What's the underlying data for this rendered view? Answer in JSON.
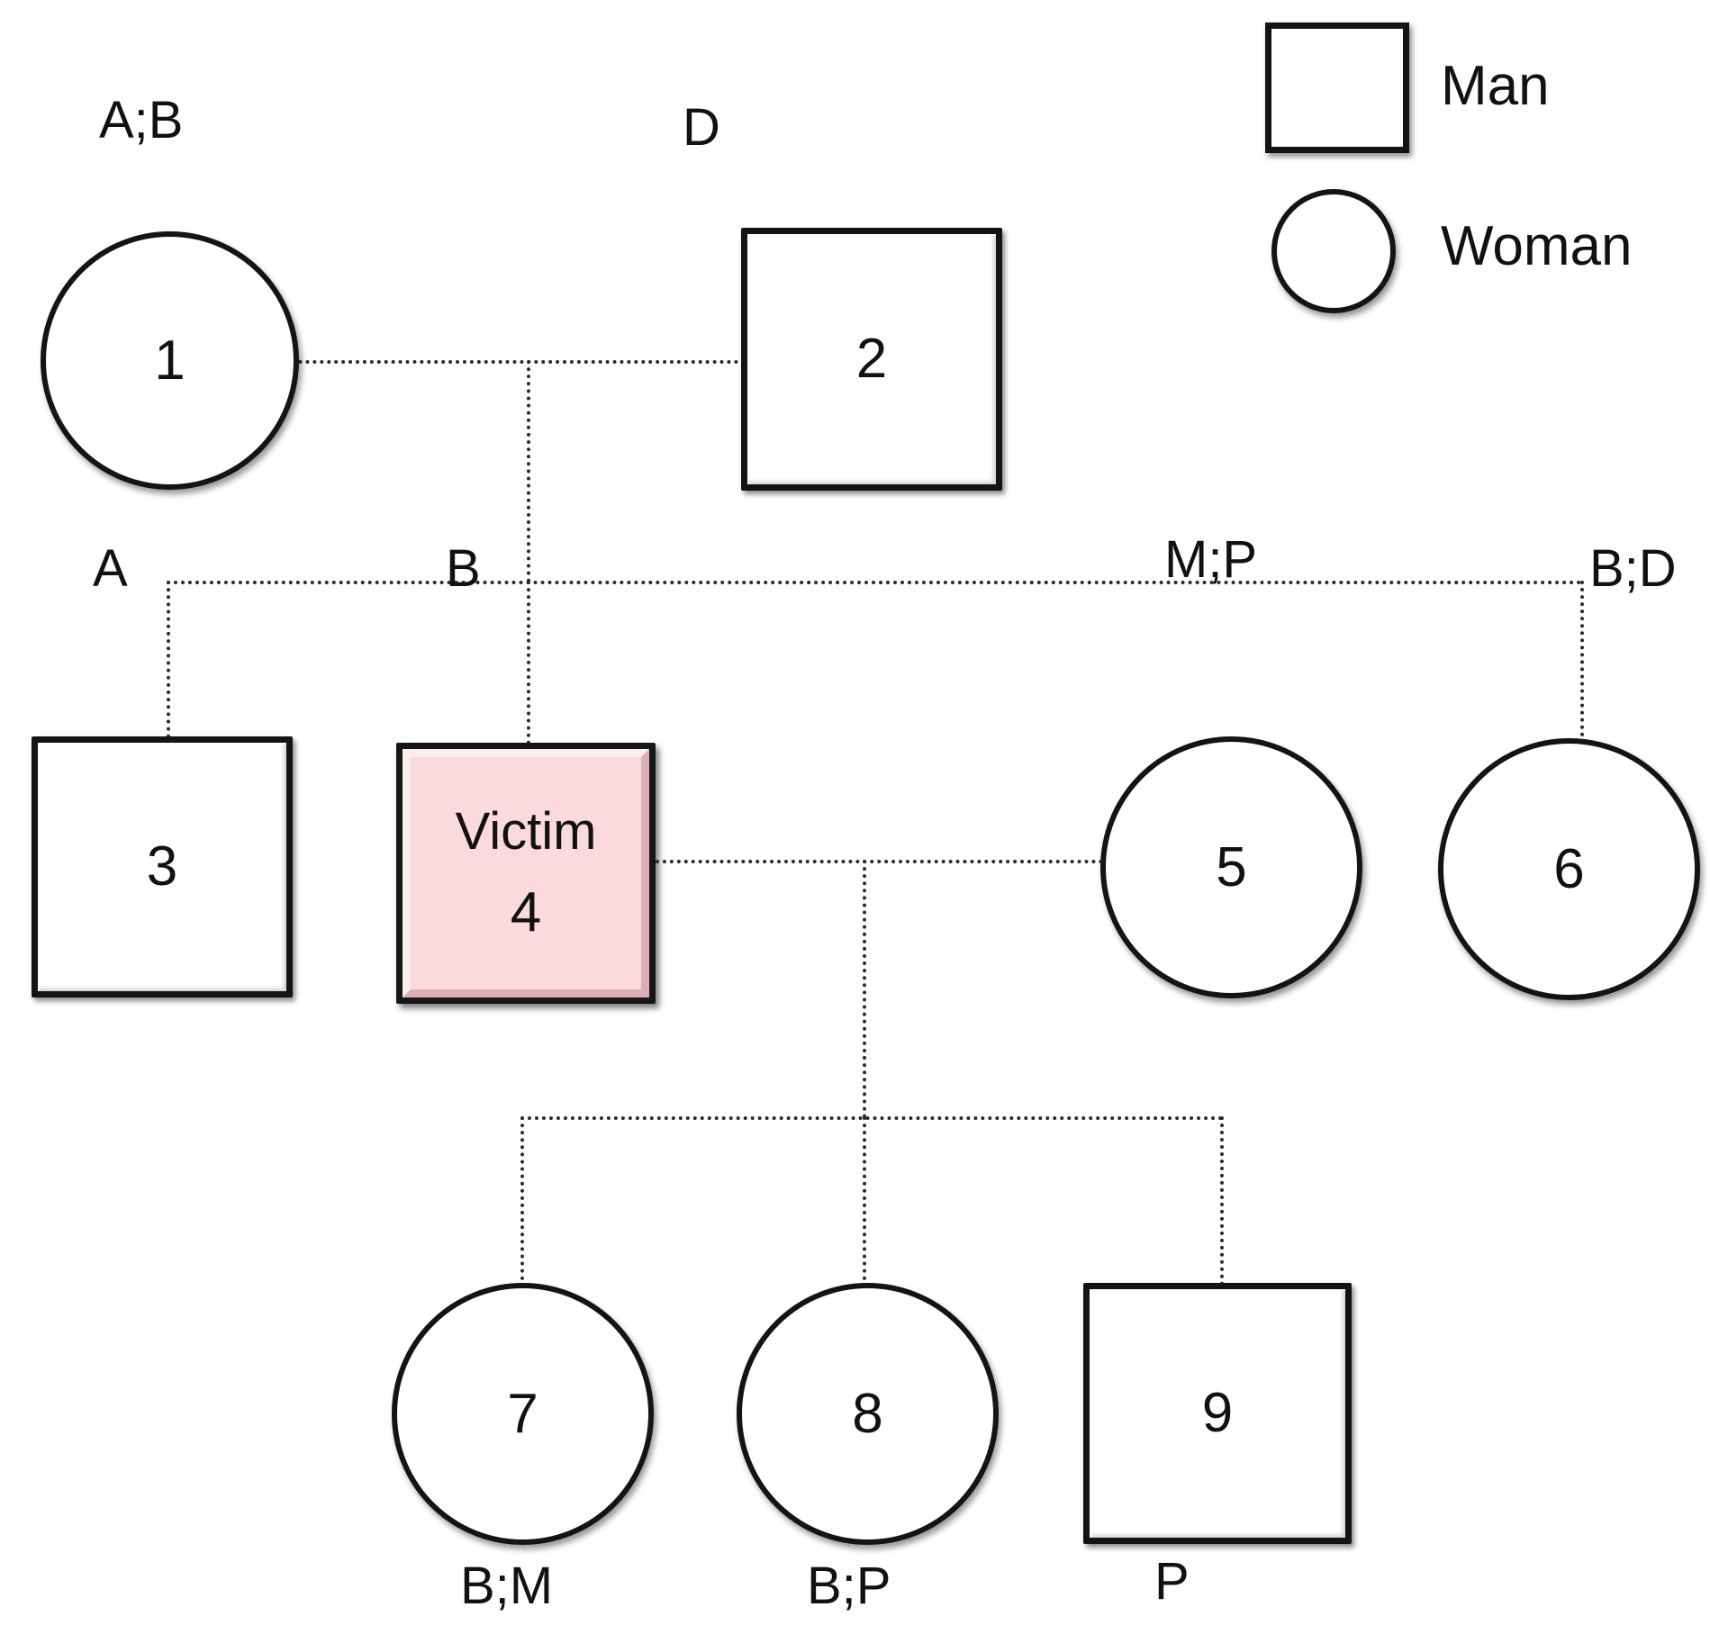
{
  "diagram": {
    "type": "pedigree-chart",
    "title": "",
    "colors": {
      "victim_fill": "#fadadd",
      "stroke": "#141414",
      "line": "#2b2b2b",
      "background": "#ffffff"
    },
    "legend": {
      "items": [
        {
          "shape": "square",
          "label": "Man"
        },
        {
          "shape": "circle",
          "label": "Woman"
        }
      ]
    },
    "generations": [
      {
        "index": 1,
        "members": [
          {
            "id": "1",
            "number": "1",
            "sex": "woman",
            "shape": "circle",
            "annotation": "A;B",
            "annotation_position": "above"
          },
          {
            "id": "2",
            "number": "2",
            "sex": "man",
            "shape": "square",
            "annotation": "D",
            "annotation_position": "above"
          }
        ]
      },
      {
        "index": 2,
        "members": [
          {
            "id": "3",
            "number": "3",
            "sex": "man",
            "shape": "square",
            "annotation": "A",
            "annotation_position": "above"
          },
          {
            "id": "4",
            "number": "4",
            "sex": "man",
            "shape": "square",
            "annotation": "B",
            "annotation_position": "above",
            "status": "Victim",
            "highlighted": true
          },
          {
            "id": "5",
            "number": "5",
            "sex": "woman",
            "shape": "circle",
            "annotation": "M;P",
            "annotation_position": "above"
          },
          {
            "id": "6",
            "number": "6",
            "sex": "woman",
            "shape": "circle",
            "annotation": "B;D",
            "annotation_position": "above"
          }
        ]
      },
      {
        "index": 3,
        "members": [
          {
            "id": "7",
            "number": "7",
            "sex": "woman",
            "shape": "circle",
            "annotation": "B;M",
            "annotation_position": "below"
          },
          {
            "id": "8",
            "number": "8",
            "sex": "woman",
            "shape": "circle",
            "annotation": "B;P",
            "annotation_position": "below"
          },
          {
            "id": "9",
            "number": "9",
            "sex": "man",
            "shape": "square",
            "annotation": "P",
            "annotation_position": "below"
          }
        ]
      }
    ],
    "unions": [
      {
        "partners": [
          "1",
          "2"
        ],
        "children": [
          "3",
          "4",
          "6"
        ]
      },
      {
        "partners": [
          "4",
          "5"
        ],
        "children": [
          "7",
          "8",
          "9"
        ]
      }
    ]
  }
}
